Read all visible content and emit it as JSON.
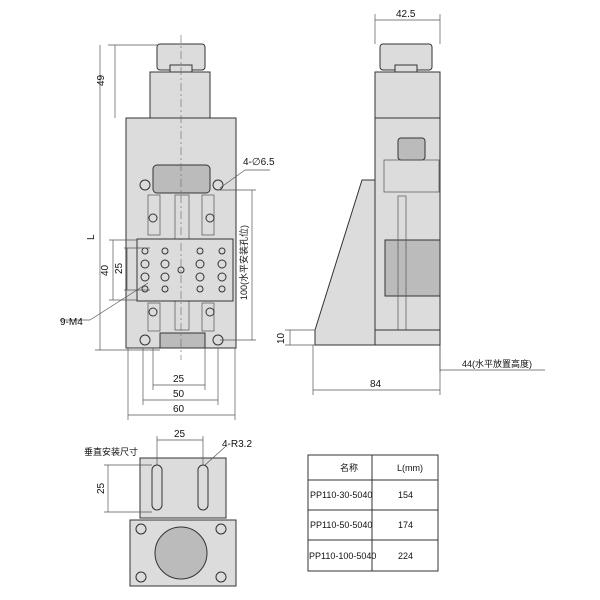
{
  "front_view": {
    "dim_49": "49",
    "dim_L": "L",
    "dim_40": "40",
    "dim_25_v": "25",
    "dim_100": "100(水平安装孔位)",
    "dim_hole": "4-∅6.5",
    "dim_thread": "9-M4",
    "dim_25_h": "25",
    "dim_50": "50",
    "dim_60": "60"
  },
  "side_view": {
    "dim_width": "42.5",
    "dim_10": "10",
    "dim_84": "84",
    "dim_44": "44(水平放置高度)"
  },
  "bottom_view": {
    "title": "垂直安装尺寸",
    "dim_25_h": "25",
    "dim_25_v": "25",
    "dim_slot": "4-R3.2"
  },
  "table": {
    "headers": [
      "名称",
      "L(mm)"
    ],
    "rows": [
      {
        "name": "PP110-30-5040",
        "L": "154"
      },
      {
        "name": "PP110-50-5040",
        "L": "174"
      },
      {
        "name": "PP110-100-5040",
        "L": "224"
      }
    ]
  }
}
